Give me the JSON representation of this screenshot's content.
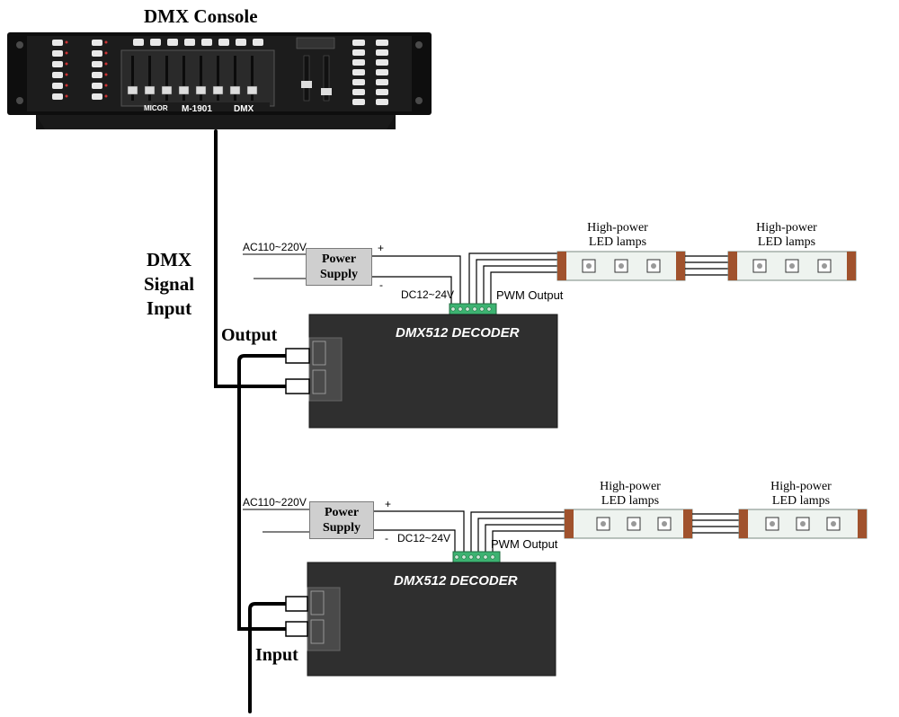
{
  "diagram": {
    "title": "DMX Console",
    "console": {
      "model": "M-1901",
      "dmx_text": "DMX",
      "brand": "MICOR"
    },
    "signal_label": [
      "DMX",
      "Signal",
      "Input"
    ],
    "output_label": "Output",
    "input_label": "Input",
    "sections": [
      {
        "ac_label": "AC110~220V",
        "power_supply": [
          "Power",
          "Supply"
        ],
        "plus": "+",
        "minus": "-",
        "dc_label": "DC12~24V",
        "pwm_label": "PWM Output",
        "decoder_label": "DMX512 DECODER",
        "lamps": [
          [
            "High-power",
            "LED lamps"
          ],
          [
            "High-power",
            "LED lamps"
          ]
        ]
      },
      {
        "ac_label": "AC110~220V",
        "power_supply": [
          "Power",
          "Supply"
        ],
        "plus": "+",
        "minus": "-",
        "dc_label": "DC12~24V",
        "pwm_label": "PWM Output",
        "decoder_label": "DMX512 DECODER",
        "lamps": [
          [
            "High-power",
            "LED lamps"
          ],
          [
            "High-power",
            "LED lamps"
          ]
        ]
      }
    ],
    "colors": {
      "console_body": "#1c1c1c",
      "decoder_body": "#2f2f2f",
      "cable": "#000000",
      "led_strip": "#eef3ef",
      "led_end": "#a0522d",
      "terminal": "#3cb371",
      "power_supply": "#cfcfcf"
    }
  }
}
